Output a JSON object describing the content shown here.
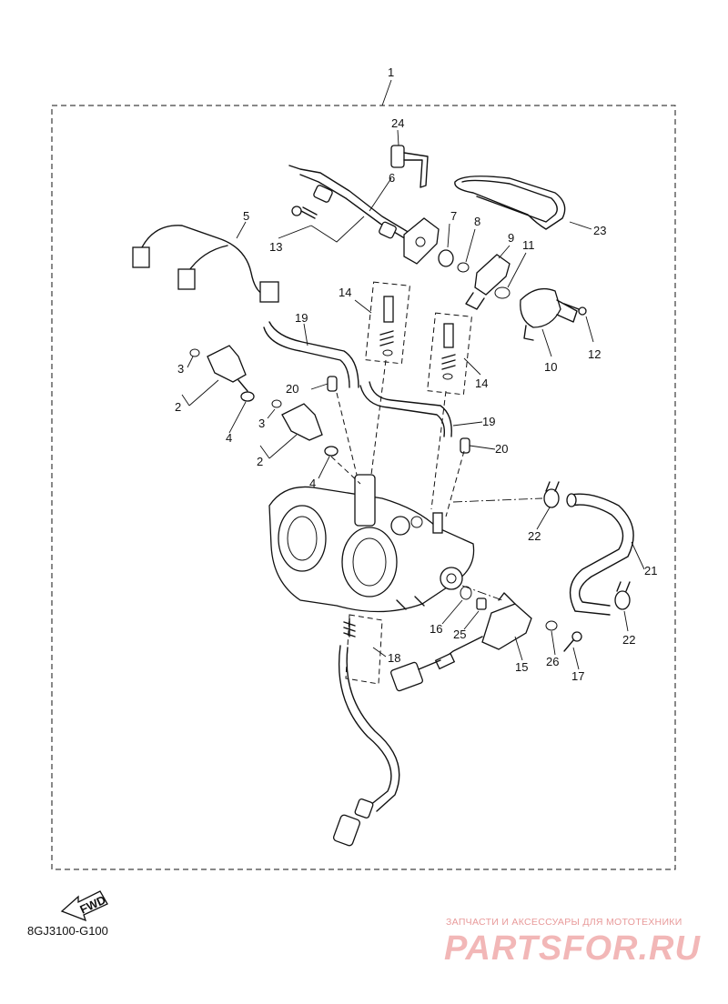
{
  "callouts": [
    "1",
    "2",
    "3",
    "4",
    "5",
    "6",
    "7",
    "8",
    "9",
    "10",
    "11",
    "12",
    "13",
    "14",
    "15",
    "16",
    "17",
    "18",
    "19",
    "20",
    "21",
    "22",
    "23",
    "24",
    "25",
    "26"
  ],
  "labels": {
    "c1": "1",
    "c24": "24",
    "c6": "6",
    "c23": "23",
    "c5": "5",
    "c13": "13",
    "c7": "7",
    "c8": "8",
    "c9": "9",
    "c11": "11",
    "c14a": "14",
    "c19a": "19",
    "c12": "12",
    "c10": "10",
    "c3a": "3",
    "c2a": "2",
    "c20a": "20",
    "c14b": "14",
    "c4a": "4",
    "c3b": "3",
    "c19b": "19",
    "c20b": "20",
    "c2b": "2",
    "c4b": "4",
    "c22a": "22",
    "c21": "21",
    "c16": "16",
    "c25": "25",
    "c22b": "22",
    "c26": "26",
    "c15": "15",
    "c17": "17",
    "c18": "18"
  },
  "fwd_label": "FWD",
  "diagram_code": "8GJ3100-G100",
  "watermark": {
    "tagline": "ЗАПЧАСТИ И АКСЕССУАРЫ ДЛЯ МОТОТЕХНИКИ",
    "brand": "PARTSFOR.RU",
    "color": "#f2b7b7"
  }
}
